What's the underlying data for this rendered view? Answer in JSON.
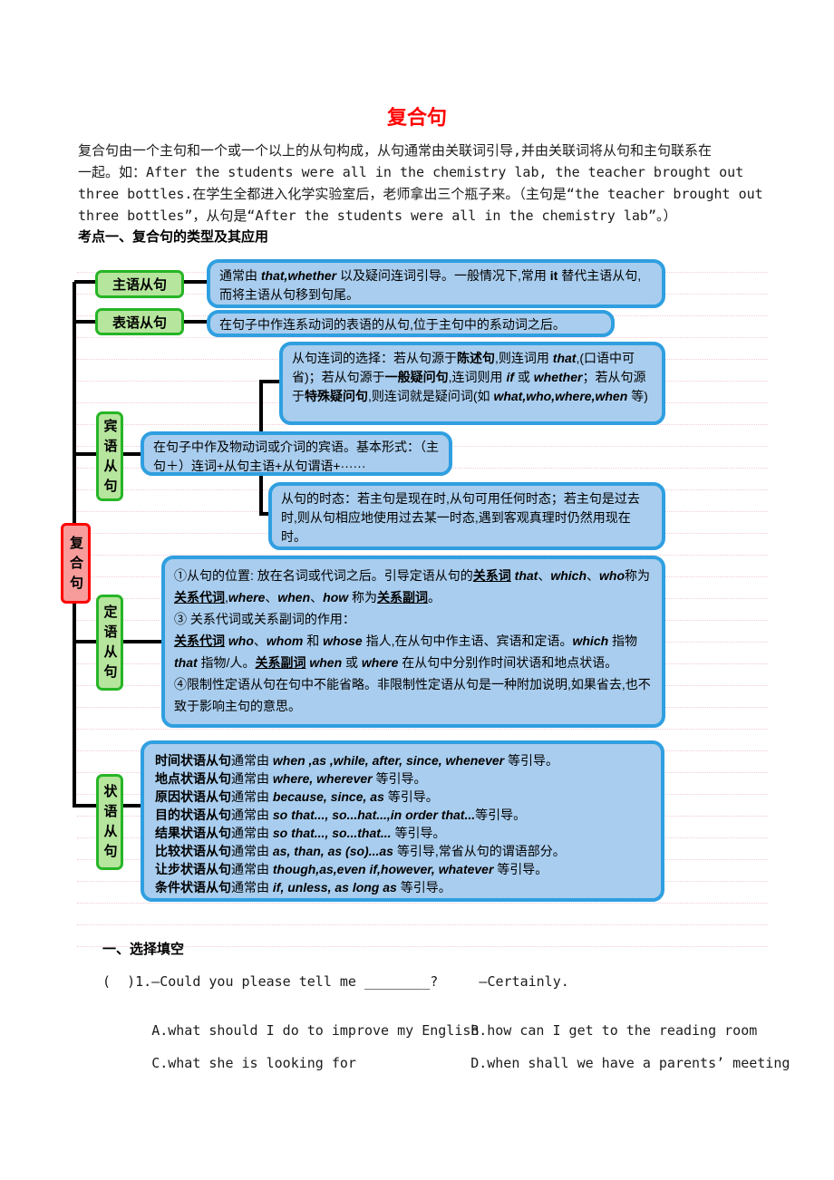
{
  "title": "复合句",
  "intro": {
    "lines": [
      "复合句由一个主句和一个或一个以上的从句构成，从句通常由关联词引导,并由关联词将从句和主句联系在",
      "一起。如：After the students were all in the chemistry lab, the teacher brought out",
      "three bottles.在学生全都进入化学实验室后，老师拿出三个瓶子来。（主句是“the teacher brought out",
      "three bottles”，从句是“After the students were all in the chemistry lab”。）"
    ]
  },
  "section_heading": "考点一、复合句的类型及其应用",
  "colors": {
    "title_red": "#ff0000",
    "blue_box_border": "#2f9fe0",
    "blue_box_fill": "#a9cdee",
    "green_node_border": "#26b526",
    "green_node_fill": "#b6e59d",
    "root_border": "#ff0000",
    "root_fill": "#f79b9b",
    "connector": "#000000"
  },
  "diagram": {
    "root_label": "复合句",
    "subject_clause": {
      "label": "主语从句",
      "desc": [
        [
          "n",
          "通常由 "
        ],
        [
          "bi",
          "that,whether"
        ],
        [
          "n",
          " 以及疑问连词引导。一般情况下,常用 "
        ],
        [
          "b",
          "it"
        ],
        [
          "n",
          " 替代主语从句,而将主语从句移到句尾。"
        ]
      ]
    },
    "predicative_clause": {
      "label": "表语从句",
      "desc": [
        [
          "n",
          "在句子中作连系动词的表语的从句,位于主句中的系动词之后。"
        ]
      ]
    },
    "object_clause": {
      "label": "宾语从句",
      "connective_box": [
        [
          "n",
          "从句连词的选择：若从句源于"
        ],
        [
          "b",
          "陈述句"
        ],
        [
          "n",
          ",则连词用 "
        ],
        [
          "bi",
          "that"
        ],
        [
          "n",
          ",(口语中可省)；若从句源于"
        ],
        [
          "b",
          "一般疑问句"
        ],
        [
          "n",
          ",连词则用 "
        ],
        [
          "bi",
          "if"
        ],
        [
          "n",
          " 或 "
        ],
        [
          "bi",
          "whether"
        ],
        [
          "n",
          "；若从句源于"
        ],
        [
          "b",
          "特殊疑问句"
        ],
        [
          "n",
          ",则连词就是疑问词(如 "
        ],
        [
          "bi",
          "what,who,where,when"
        ],
        [
          "n",
          " 等)"
        ]
      ],
      "main_box": [
        [
          "n",
          "在句子中作及物动词或介词的宾语。基本形式：（主句＋）连词+从句主语+从句谓语+······"
        ]
      ],
      "tense_box": [
        [
          "n",
          "从句的时态：若主句是现在时,从句可用任何时态；若主句是过去时,则从句相应地使用过去某一时态,遇到客观真理时仍然用现在时。"
        ]
      ]
    },
    "attributive_clause": {
      "label": "定语从句",
      "paragraphs": [
        [
          [
            "n",
            "①从句的位置: 放在名词或代词之后。引导定语从句的"
          ],
          [
            "ub",
            "关系词"
          ],
          [
            "bi",
            " that"
          ],
          [
            "n",
            "、"
          ],
          [
            "bi",
            "which"
          ],
          [
            "n",
            "、"
          ],
          [
            "bi",
            "who"
          ],
          [
            "n,"
          ],
          [
            "n",
            "称为"
          ],
          [
            "ub",
            "关系代词"
          ],
          [
            "n",
            ","
          ],
          [
            "bi",
            "where"
          ],
          [
            "n",
            "、"
          ],
          [
            "bi",
            "when"
          ],
          [
            "n",
            "、"
          ],
          [
            "bi",
            "how"
          ],
          [
            "n",
            " 称为"
          ],
          [
            "ub",
            "关系副词"
          ],
          [
            "n",
            "。"
          ]
        ],
        [
          [
            "n",
            "③ 关系代词或关系副词的作用："
          ]
        ],
        [
          [
            "ub",
            "关系代词"
          ],
          [
            "bi",
            " who"
          ],
          [
            "n",
            "、"
          ],
          [
            "bi",
            "whom"
          ],
          [
            "n",
            " 和 "
          ],
          [
            "bi",
            "whose"
          ],
          [
            "n",
            " 指人,在从句中作主语、宾语和定语。"
          ],
          [
            "bi",
            "which"
          ],
          [
            "n",
            " 指物 "
          ],
          [
            "bi",
            "that"
          ],
          [
            "n",
            " 指物/人。"
          ],
          [
            "ub",
            "关系副词"
          ],
          [
            "bi",
            " when"
          ],
          [
            "n",
            " 或 "
          ],
          [
            "bi",
            "where"
          ],
          [
            "n",
            " 在从句中分别作时间状语和地点状语。"
          ]
        ],
        [
          [
            "n",
            "④限制性定语从句在句中不能省略。非限制性定语从句是一种附加说明,如果省去,也不致于影响主句的意思。"
          ]
        ]
      ]
    },
    "adverbial_clause": {
      "label": "状语从句",
      "lines": [
        [
          [
            "b",
            "时间状语从句"
          ],
          [
            "n",
            "通常由 "
          ],
          [
            "bi",
            "when ,as ,while, after, since, whenever"
          ],
          [
            "n",
            "  等引导。"
          ]
        ],
        [
          [
            "b",
            "地点状语从句"
          ],
          [
            "n",
            "通常由  "
          ],
          [
            "bi",
            "where, wherever"
          ],
          [
            "n",
            " 等引导。"
          ]
        ],
        [
          [
            "b",
            "原因状语从句"
          ],
          [
            "n",
            "通常由 "
          ],
          [
            "bi",
            "because, since, as"
          ],
          [
            "n",
            " 等引导。"
          ]
        ],
        [
          [
            "b",
            "目的状语从句"
          ],
          [
            "n",
            "通常由 "
          ],
          [
            "bi",
            "so that..., so...hat...,in order that..."
          ],
          [
            "n",
            "等引导。"
          ]
        ],
        [
          [
            "b",
            "结果状语从句"
          ],
          [
            "n",
            "通常由 "
          ],
          [
            "bi",
            "so that..., so...that..."
          ],
          [
            "n",
            "  等引导。"
          ]
        ],
        [
          [
            "b",
            "比较状语从句"
          ],
          [
            "n",
            "通常由 "
          ],
          [
            "bi",
            "as, than, as (so)...as"
          ],
          [
            "n",
            " 等引导,常省从句的谓语部分。"
          ]
        ],
        [
          [
            "b",
            "让步状语从句"
          ],
          [
            "n",
            "通常由 "
          ],
          [
            "bi",
            "though,as,even if,however, whatever"
          ],
          [
            "n",
            " 等引导。"
          ]
        ],
        [
          [
            "b",
            "条件状语从句"
          ],
          [
            "n",
            "通常由 "
          ],
          [
            "bi",
            "if, unless, as long as"
          ],
          [
            "n",
            " 等引导。"
          ]
        ]
      ]
    }
  },
  "exercise": {
    "heading": "一、选择填空",
    "question1": "(  )1.—Could you please tell me ________?     —Certainly.",
    "options": {
      "a": "A.what should I do to improve my English",
      "b": "B.how can I get to the reading room",
      "c": "C.what she is looking for",
      "d": "D.when shall we have a parents’ meeting"
    }
  }
}
